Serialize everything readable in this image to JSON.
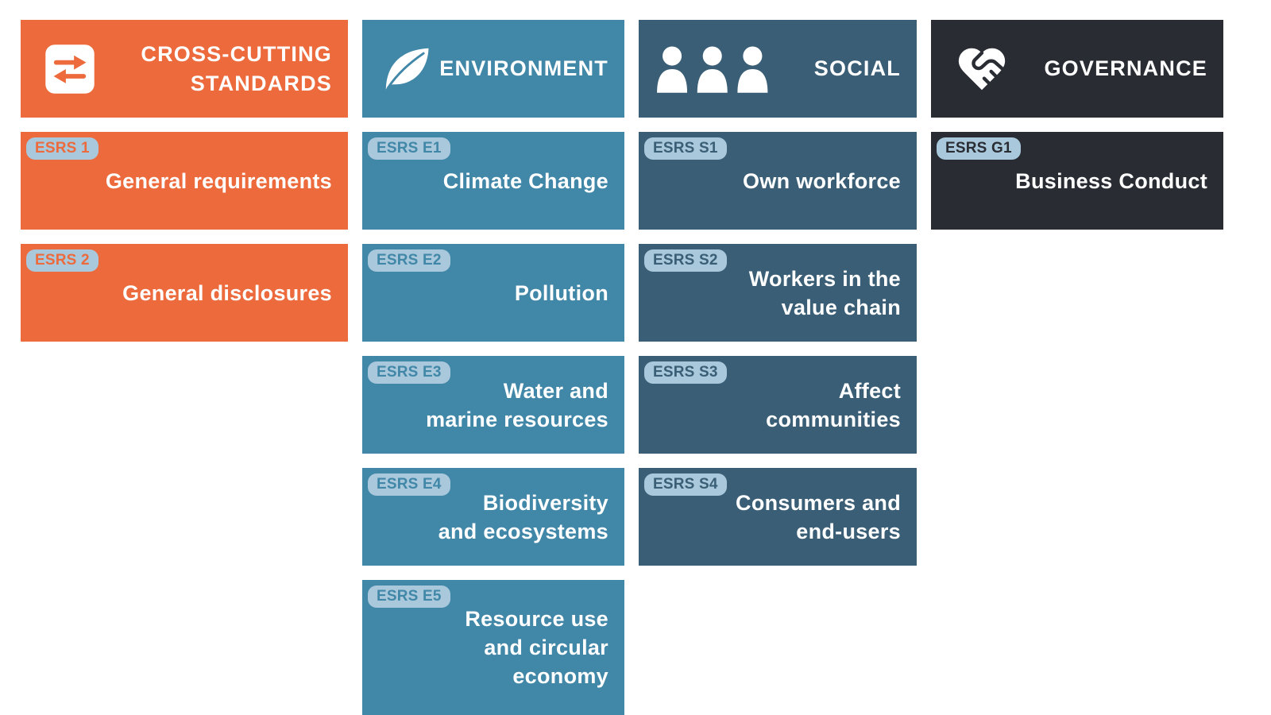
{
  "title": "ESRS standards overview",
  "colors": {
    "cross_cutting_orange": "#EC6A3C",
    "environment_teal": "#4187A8",
    "social_steel_blue": "#395E75",
    "governance_charcoal": "#292D33",
    "badge_light_blue": "#A9C8DB",
    "text_white": "#FFFFFF"
  },
  "columns": [
    {
      "id": "cross-cutting",
      "header": {
        "label": "CROSS-CUTTING\nSTANDARDS",
        "icon": "transfer-arrows-icon"
      },
      "cards": [
        {
          "badge": "ESRS 1",
          "label": "General requirements"
        },
        {
          "badge": "ESRS 2",
          "label": "General disclosures"
        }
      ]
    },
    {
      "id": "environment",
      "header": {
        "label": "ENVIRONMENT",
        "icon": "leaf-icon"
      },
      "cards": [
        {
          "badge": "ESRS E1",
          "label": "Climate Change"
        },
        {
          "badge": "ESRS E2",
          "label": "Pollution"
        },
        {
          "badge": "ESRS E3",
          "label": "Water and\nmarine resources"
        },
        {
          "badge": "ESRS E4",
          "label": "Biodiversity\nand ecosystems"
        },
        {
          "badge": "ESRS E5",
          "label": "Resource use\nand circular\neconomy"
        }
      ]
    },
    {
      "id": "social",
      "header": {
        "label": "SOCIAL",
        "icon": "people-icon"
      },
      "cards": [
        {
          "badge": "ESRS S1",
          "label": "Own workforce"
        },
        {
          "badge": "ESRS S2",
          "label": "Workers in the\nvalue chain"
        },
        {
          "badge": "ESRS S3",
          "label": "Affect\ncommunities"
        },
        {
          "badge": "ESRS S4",
          "label": "Consumers and\nend-users"
        }
      ]
    },
    {
      "id": "governance",
      "header": {
        "label": "GOVERNANCE",
        "icon": "heart-handshake-icon"
      },
      "cards": [
        {
          "badge": "ESRS G1",
          "label": "Business Conduct"
        }
      ]
    }
  ]
}
